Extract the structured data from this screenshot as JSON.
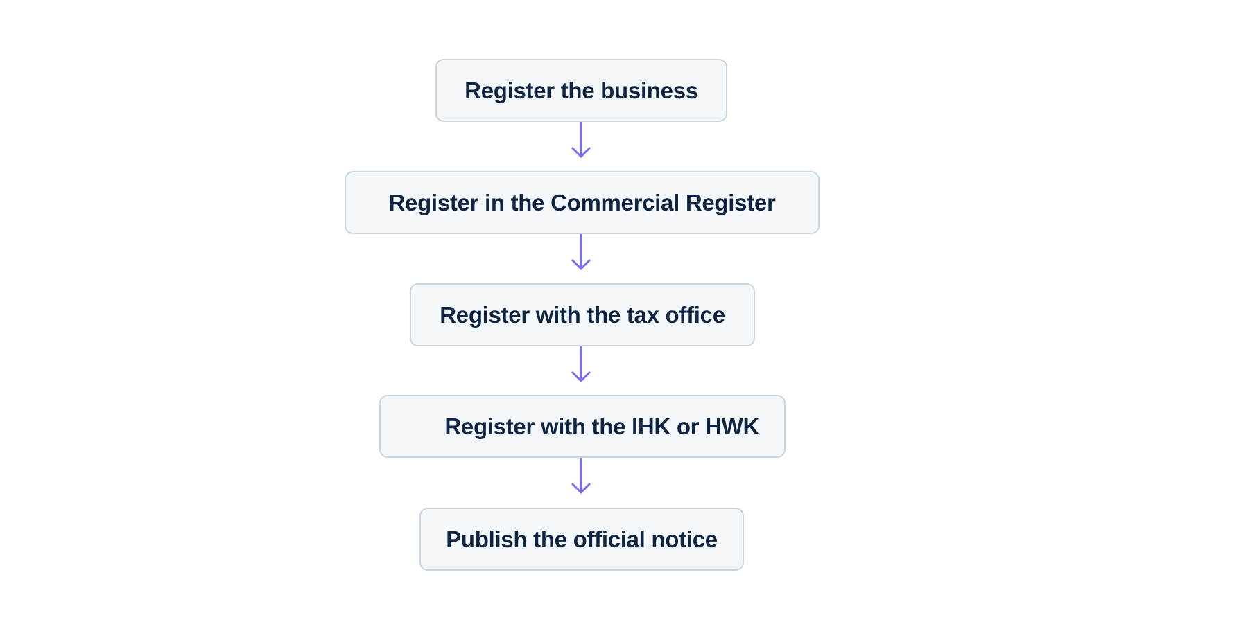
{
  "diagram": {
    "type": "flowchart",
    "direction": "top-to-bottom",
    "colors": {
      "node_background": "#f4f7fa",
      "node_border": "#c9d4dd",
      "node_text": "#0f2440",
      "arrow": "#7b6ef6"
    },
    "nodes": [
      {
        "id": "n1",
        "label": "Register the business"
      },
      {
        "id": "n2",
        "label": "Register in the Commercial Register"
      },
      {
        "id": "n3",
        "label": "Register with the tax office"
      },
      {
        "id": "n4",
        "label": "Register with the IHK or HWK"
      },
      {
        "id": "n5",
        "label": "Publish the official notice"
      }
    ],
    "edges": [
      {
        "from": "n1",
        "to": "n2"
      },
      {
        "from": "n2",
        "to": "n3"
      },
      {
        "from": "n3",
        "to": "n4"
      },
      {
        "from": "n4",
        "to": "n5"
      }
    ]
  }
}
